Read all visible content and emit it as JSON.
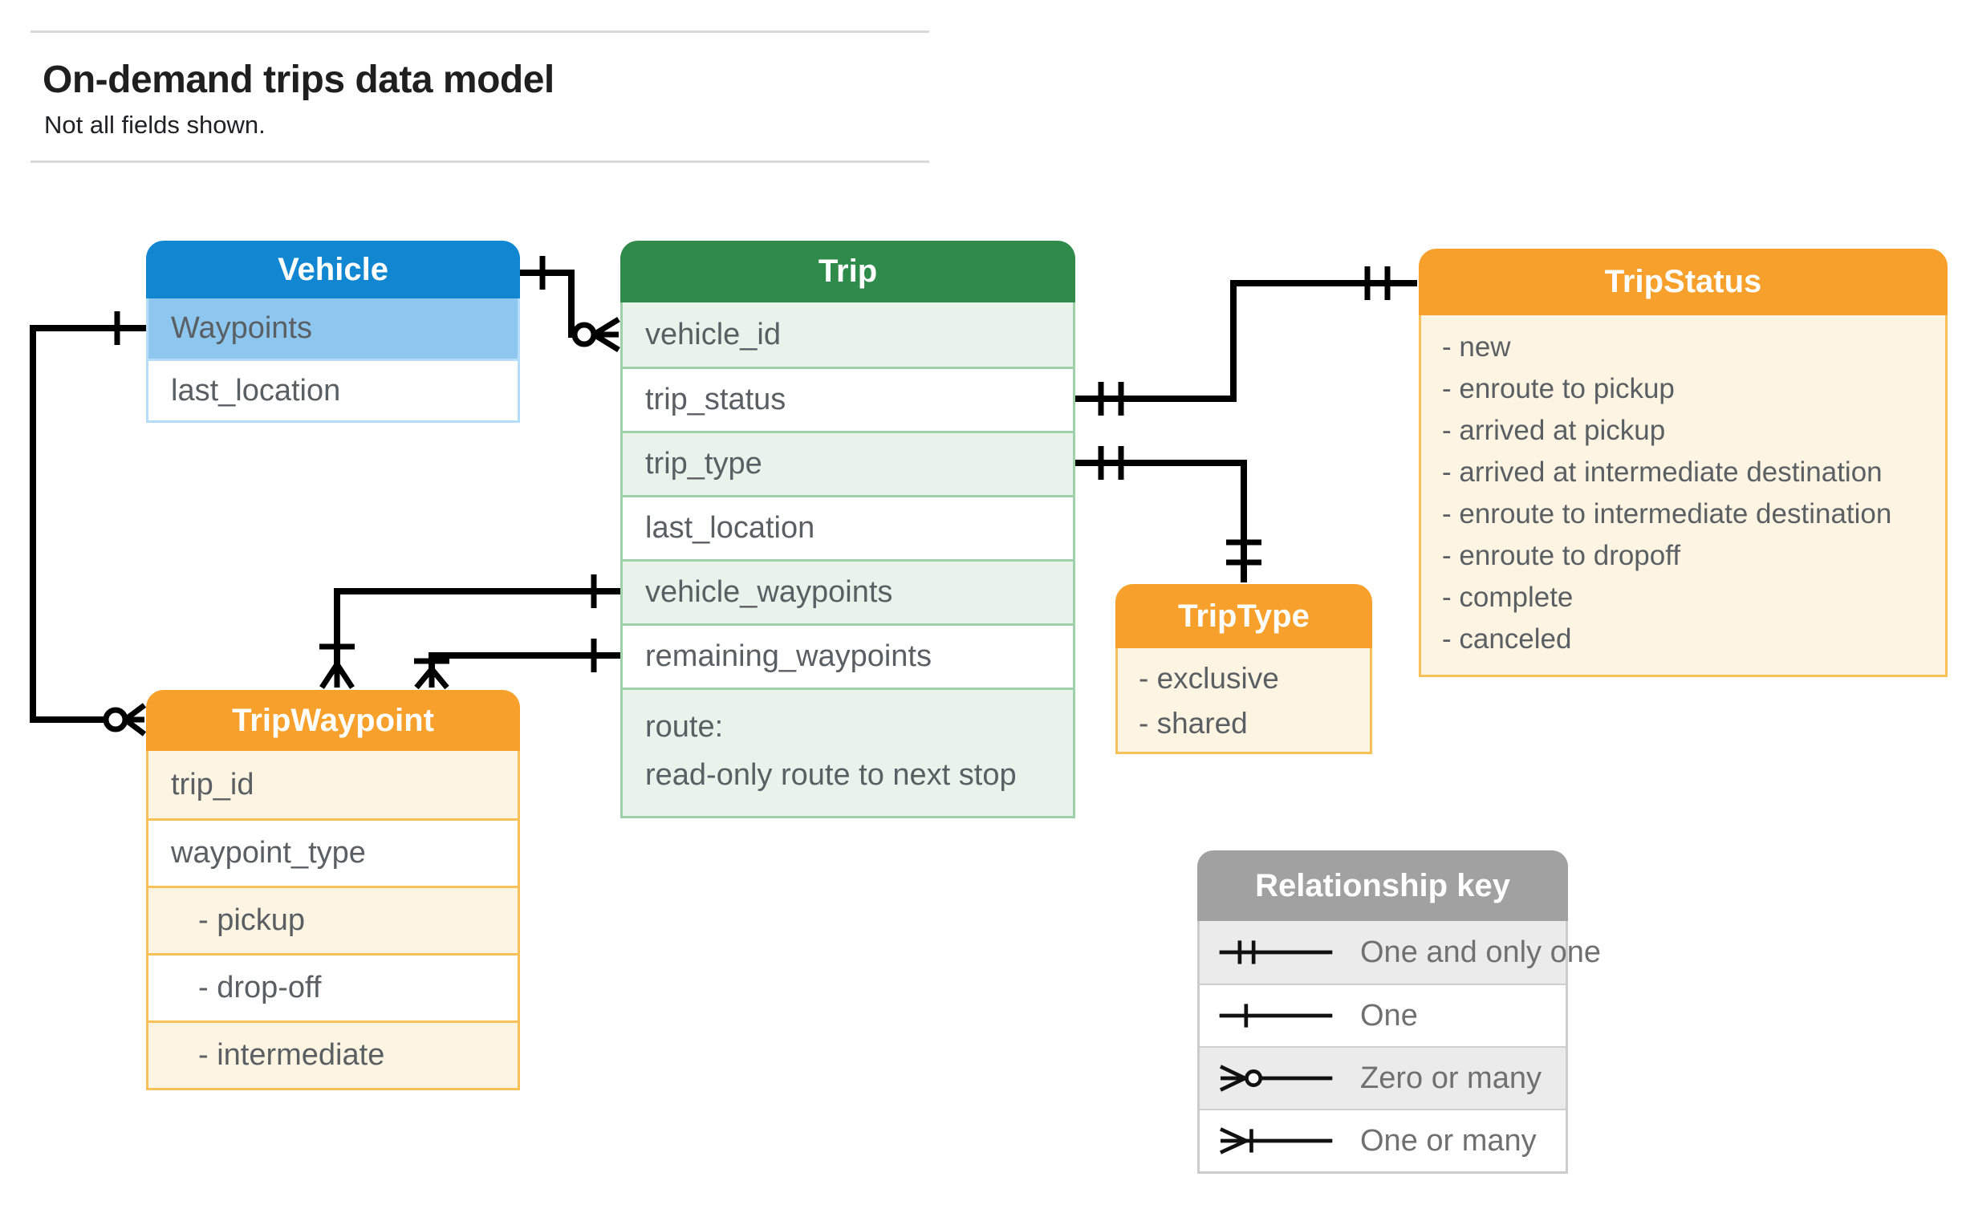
{
  "header": {
    "title": "On-demand trips data model",
    "subtitle": "Not all fields shown."
  },
  "entities": {
    "vehicle": {
      "title": "Vehicle",
      "fields": [
        "Waypoints",
        "last_location"
      ]
    },
    "trip": {
      "title": "Trip",
      "fields": [
        "vehicle_id",
        "trip_status",
        "trip_type",
        "last_location",
        "vehicle_waypoints",
        "remaining_waypoints"
      ],
      "route": {
        "label": "route:",
        "description": "read-only route to next stop"
      }
    },
    "tripStatus": {
      "title": "TripStatus",
      "values": [
        "- new",
        "- enroute to pickup",
        "- arrived at pickup",
        "- arrived at intermediate destination",
        "- enroute to intermediate destination",
        "- enroute to dropoff",
        "- complete",
        "- canceled"
      ]
    },
    "tripType": {
      "title": "TripType",
      "values": [
        "- exclusive",
        "- shared"
      ]
    },
    "tripWaypoint": {
      "title": "TripWaypoint",
      "fields": [
        "trip_id",
        "waypoint_type"
      ],
      "values": [
        "- pickup",
        "- drop-off",
        "- intermediate"
      ]
    }
  },
  "legend": {
    "title": "Relationship key",
    "items": [
      {
        "symbol": "one-and-only-one-icon",
        "label": "One and only one"
      },
      {
        "symbol": "one-icon",
        "label": "One"
      },
      {
        "symbol": "zero-or-many-icon",
        "label": "Zero or many"
      },
      {
        "symbol": "one-or-many-icon",
        "label": "One or many"
      }
    ]
  },
  "colors": {
    "blue_header": "#1187d2",
    "blue_row": "#8dc7f0",
    "blue_border": "#b5dcf8",
    "green_header": "#2f8b4a",
    "green_row": "#e9f3ec",
    "green_border": "#9ed0aa",
    "orange_header": "#f7a02b",
    "orange_row": "#fdf4e2",
    "orange_border": "#fac058",
    "gray_header": "#a1a1a1",
    "gray_row": "#ebebeb",
    "gray_border": "#cccccc",
    "field_text": "#5a5f63",
    "title_text": "#1f1f1f",
    "connector": "#000000"
  }
}
